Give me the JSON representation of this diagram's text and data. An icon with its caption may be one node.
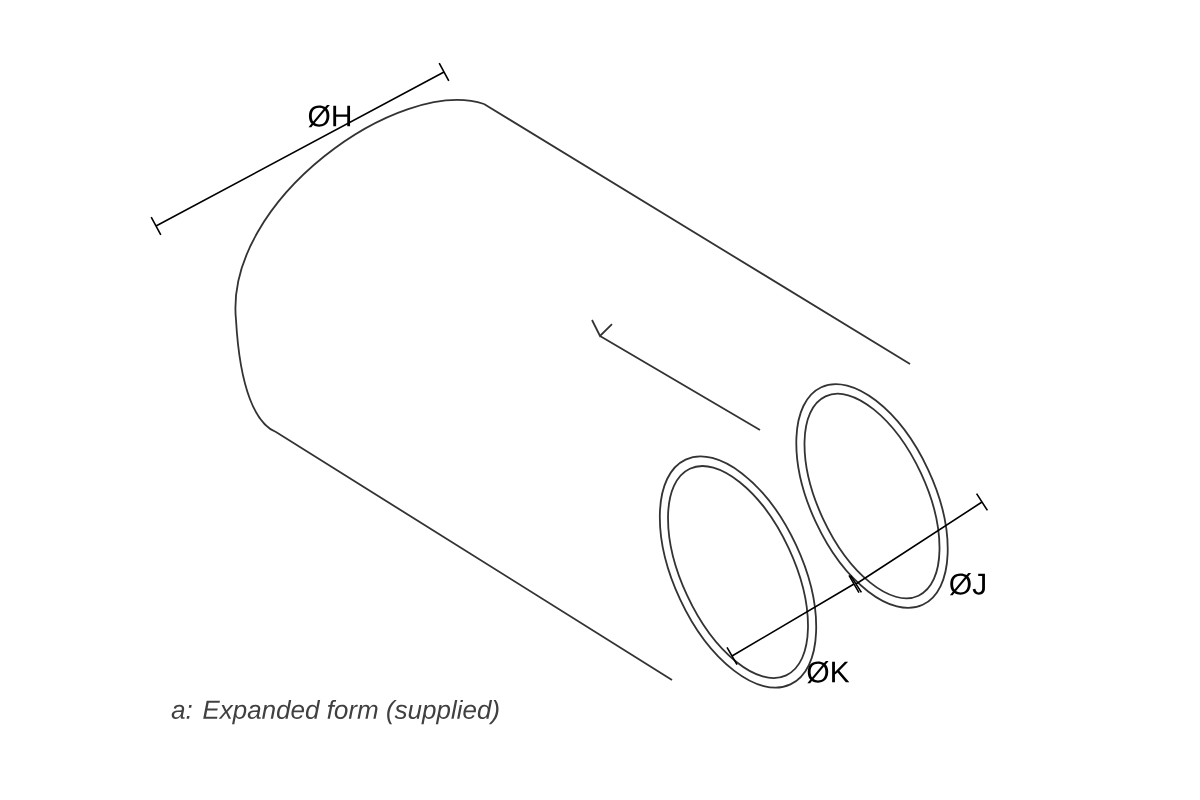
{
  "diagram": {
    "caption": "a: Expanded form (supplied)",
    "labels": [
      "ØH",
      "ØJ",
      "ØK"
    ]
  }
}
